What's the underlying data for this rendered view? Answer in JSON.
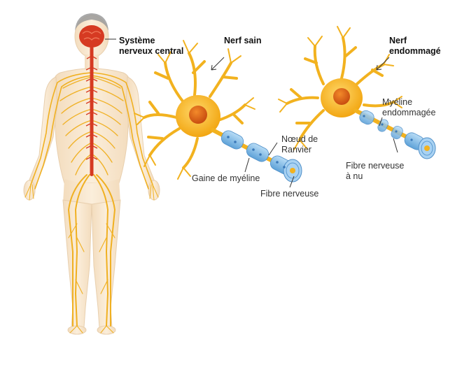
{
  "labels": {
    "cns": "Système\nnerveux central",
    "healthy_nerve": "Nerf sain",
    "damaged_nerve": "Nerf\nendommagé",
    "node_of_ranvier": "Nœud de\nRanvier",
    "myelin_sheath": "Gaine de myéline",
    "nerve_fiber": "Fibre nerveuse",
    "damaged_myelin": "Myéline\nendommagée",
    "bare_nerve_fiber": "Fibre nerveuse\nà nu"
  },
  "colors": {
    "nerve": "#f2b21f",
    "neuron_body": "#f7b928",
    "nucleus": "#e0651a",
    "myelin": "#7ab8e6",
    "spinal_cord": "#d63a22",
    "skin": "#f7e3c8"
  }
}
